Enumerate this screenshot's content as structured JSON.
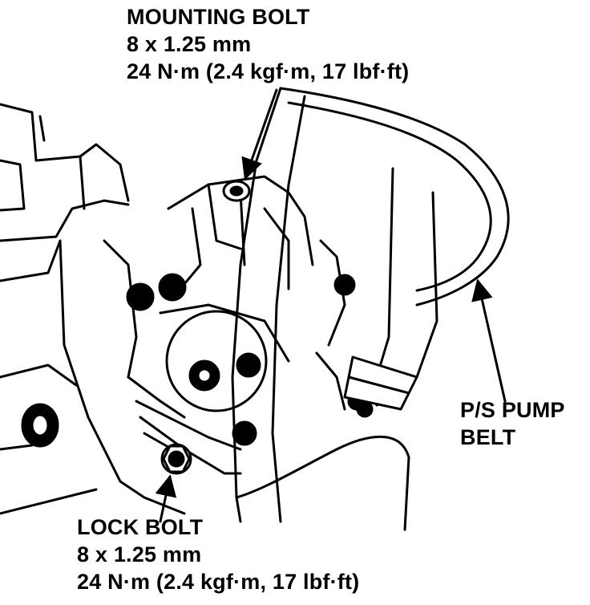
{
  "callouts": {
    "mounting_bolt": {
      "name": "MOUNTING BOLT",
      "size": "8 x 1.25 mm",
      "torque": "24 N·m (2.4 kgf·m, 17 lbf·ft)"
    },
    "lock_bolt": {
      "name": "LOCK BOLT",
      "size": "8 x 1.25 mm",
      "torque": "24 N·m (2.4 kgf·m, 17 lbf·ft)"
    },
    "belt": {
      "line1": "P/S PUMP",
      "line2": "BELT"
    }
  },
  "colors": {
    "ink": "#000000",
    "paper": "#ffffff"
  }
}
